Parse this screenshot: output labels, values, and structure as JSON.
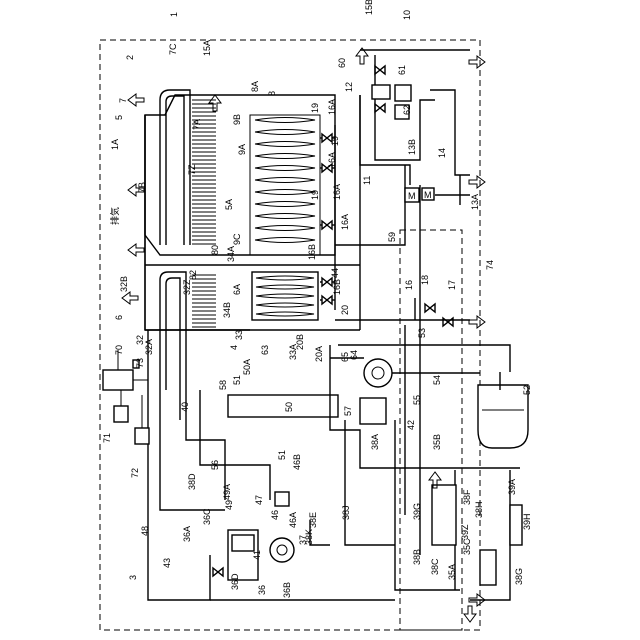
{
  "labels": {
    "l1": "1",
    "l1A": "1A",
    "l2": "2",
    "l3": "3",
    "l4": "4",
    "l5": "5",
    "l5A": "5A",
    "l6": "6",
    "l6A": "6A",
    "l7": "7",
    "l7A": "7A",
    "l7B": "7B",
    "l7C": "7C",
    "l7Z": "7Z",
    "l8": "8",
    "l8A": "8A",
    "l9A": "9A",
    "l9B": "9B",
    "l9C": "9C",
    "l10": "10",
    "l11": "11",
    "l12": "12",
    "l13A": "13A",
    "l13B": "13B",
    "l14": "14",
    "l15A": "15A",
    "l15B": "15B",
    "l16": "16",
    "l16A1": "16A",
    "l16A2": "16A",
    "l16A3": "16A",
    "l16A4": "16A",
    "l16B1": "16B",
    "l16B2": "16B",
    "l17": "17",
    "l18": "18",
    "l19a": "19",
    "l19b": "19",
    "l19c": "19",
    "l20": "20",
    "l20A": "20A",
    "l20B": "20B",
    "l32": "32",
    "l32A": "32A",
    "l32B": "32B",
    "l32Z": "32Z",
    "l33": "33",
    "l33A": "33A",
    "l34A": "34A",
    "l34B": "34B",
    "l35A": "35A",
    "l35B": "35B",
    "l35C": "35C",
    "l36": "36",
    "l36A": "36A",
    "l36B": "36B",
    "l36C": "36C",
    "l36D": "36D",
    "l37": "37",
    "l38A": "38A",
    "l38B": "38B",
    "l38C": "38C",
    "l38D": "38D",
    "l38E": "38E",
    "l38F": "38F",
    "l38G": "38G",
    "l38H": "38H",
    "l38J": "38J",
    "l38K": "38K",
    "l39A": "39A",
    "l39G": "39G",
    "l39H": "39H",
    "l39Z": "39Z",
    "l40": "40",
    "l41": "41",
    "l42": "42",
    "l43": "43",
    "l44": "44",
    "l46": "46",
    "l46A": "46A",
    "l46B": "46B",
    "l47": "47",
    "l48": "48",
    "l49": "49",
    "l49A": "49A",
    "l50": "50",
    "l50A": "50A",
    "l51a": "51",
    "l51b": "51",
    "l52": "52",
    "l53": "53",
    "l54": "54",
    "l55": "55",
    "l56": "56",
    "l57": "57",
    "l58": "58",
    "l59": "59",
    "l60": "60",
    "l61": "61",
    "l62": "62",
    "l63": "63",
    "l64": "64",
    "l65": "65",
    "l70": "70",
    "l71": "71",
    "l72": "72",
    "l73": "73",
    "l74": "74",
    "l80": "80",
    "l82": "82",
    "exhaust": "排気",
    "motor": "M"
  }
}
